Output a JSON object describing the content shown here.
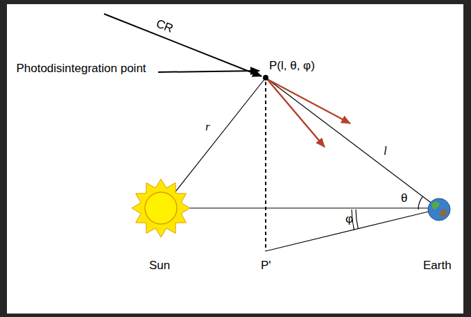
{
  "diagram": {
    "labels": [
      "CR",
      "Photodisintegration point",
      "P(l, θ, φ)",
      "r",
      "l",
      "θ",
      "φ",
      "Sun",
      "P'",
      "Earth"
    ]
  }
}
